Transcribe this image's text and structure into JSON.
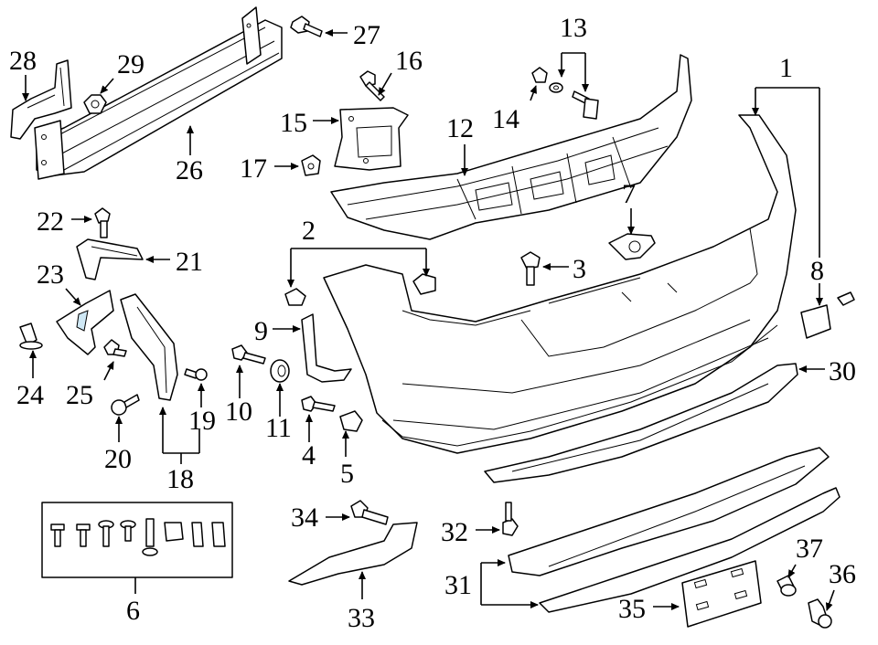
{
  "diagram": {
    "callouts": [
      "1",
      "2",
      "3",
      "4",
      "5",
      "6",
      "7",
      "8",
      "9",
      "10",
      "11",
      "12",
      "13",
      "14",
      "15",
      "16",
      "17",
      "18",
      "19",
      "20",
      "21",
      "22",
      "23",
      "24",
      "25",
      "26",
      "27",
      "28",
      "29",
      "30",
      "31",
      "32",
      "33",
      "34",
      "35",
      "36",
      "37"
    ],
    "colors": {
      "line": "#000000",
      "background": "#ffffff",
      "highlight": "#cfe8f5"
    }
  }
}
